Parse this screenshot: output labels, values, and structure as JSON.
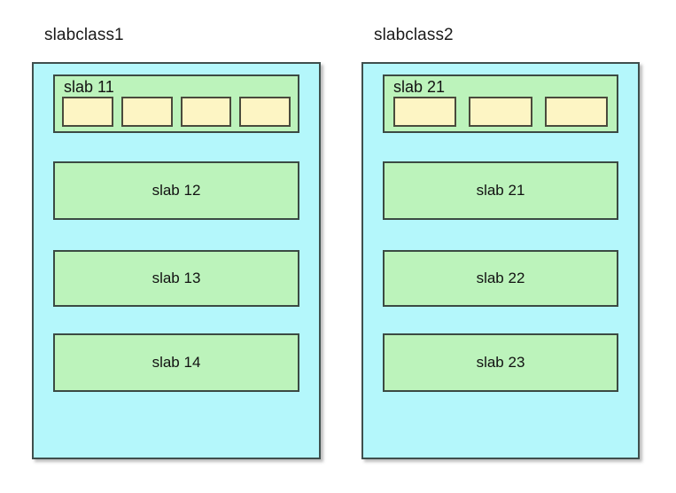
{
  "diagram": {
    "type": "memory-slab-allocation-diagram",
    "background_color": "#ffffff",
    "colors": {
      "class_container_fill": "#b4f7fb",
      "slab_fill": "#bcf3bb",
      "chunk_fill": "#fdf5c4",
      "border": "#3f4f4d",
      "text": "#121212"
    },
    "classes": [
      {
        "title": "slabclass1",
        "slabs": [
          {
            "label": "slab 11",
            "label_position": "top-left",
            "chunk_count": 4,
            "chunks": [
              "",
              "",
              "",
              ""
            ]
          },
          {
            "label": "slab 12",
            "label_position": "center",
            "chunk_count": 0,
            "chunks": []
          },
          {
            "label": "slab 13",
            "label_position": "center",
            "chunk_count": 0,
            "chunks": []
          },
          {
            "label": "slab 14",
            "label_position": "center",
            "chunk_count": 0,
            "chunks": []
          }
        ]
      },
      {
        "title": "slabclass2",
        "slabs": [
          {
            "label": "slab 21",
            "label_position": "top-left",
            "chunk_count": 3,
            "chunks": [
              "",
              "",
              ""
            ]
          },
          {
            "label": "slab 21",
            "label_position": "center",
            "chunk_count": 0,
            "chunks": []
          },
          {
            "label": "slab 22",
            "label_position": "center",
            "chunk_count": 0,
            "chunks": []
          },
          {
            "label": "slab 23",
            "label_position": "center",
            "chunk_count": 0,
            "chunks": []
          }
        ]
      }
    ]
  }
}
